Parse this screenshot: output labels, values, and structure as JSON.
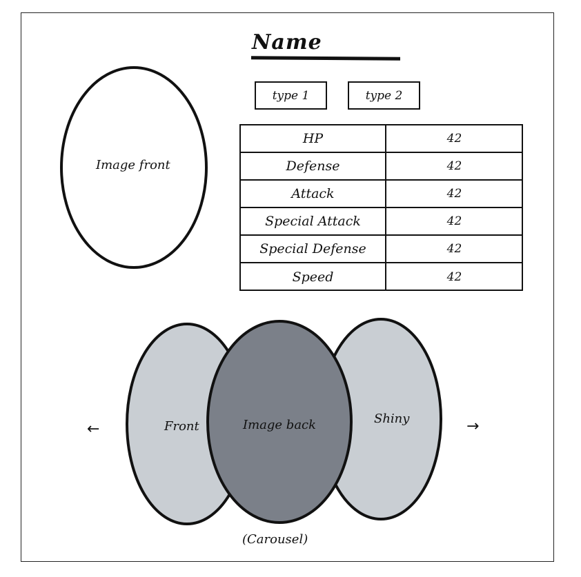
{
  "header": {
    "name_label": "Name"
  },
  "types": [
    {
      "label": "type 1"
    },
    {
      "label": "type 2"
    }
  ],
  "stats": [
    {
      "name": "HP",
      "value": "42"
    },
    {
      "name": "Defense",
      "value": "42"
    },
    {
      "name": "Attack",
      "value": "42"
    },
    {
      "name": "Special Attack",
      "value": "42"
    },
    {
      "name": "Special Defense",
      "value": "42"
    },
    {
      "name": "Speed",
      "value": "42"
    }
  ],
  "image_front": {
    "label": "Image front"
  },
  "carousel": {
    "left_label": "Front",
    "center_label": "Image back",
    "right_label": "Shiny",
    "caption": "(Carousel)",
    "prev_arrow": "←",
    "next_arrow": "→"
  },
  "colors": {
    "side_oval_fill": "#c9ced3",
    "center_oval_fill": "#7b8089",
    "stroke": "#111111"
  }
}
